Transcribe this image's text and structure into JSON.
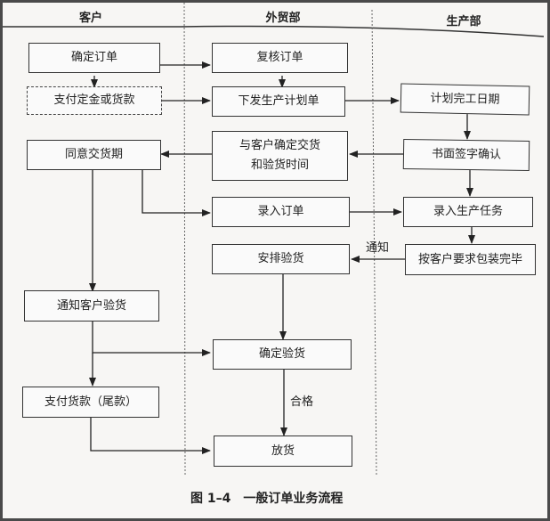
{
  "lanes": {
    "customer": "客户",
    "trade": "外贸部",
    "production": "生产部"
  },
  "boxes": {
    "confirm_order": "确定订单",
    "pay_deposit": "支付定金或货款",
    "agree_delivery": "同意交货期",
    "notify_inspection": "通知客户验货",
    "pay_balance": "支付货款（尾款）",
    "review_order": "复核订单",
    "issue_plan": "下发生产计划单",
    "confirm_delivery_line1": "与客户确定交货",
    "confirm_delivery_line2": "和验货时间",
    "enter_order": "录入订单",
    "arrange_inspection": "安排验货",
    "confirm_inspection": "确定验货",
    "release_goods": "放货",
    "plan_completion": "计划完工日期",
    "written_confirm": "书面签字确认",
    "enter_task": "录入生产任务",
    "packaging_done": "按客户要求包装完毕"
  },
  "labels": {
    "notify": "通知",
    "qualified": "合格"
  },
  "caption": "图 1–4　一般订单业务流程"
}
